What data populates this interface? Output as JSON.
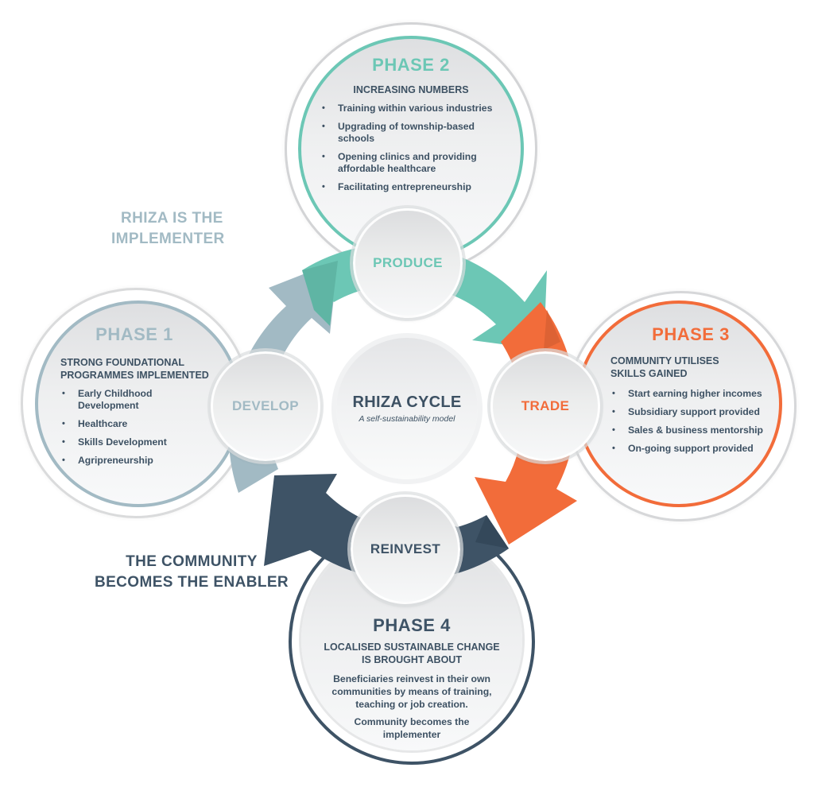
{
  "colors": {
    "teal": "#6cc7b5",
    "orange": "#f26c3a",
    "navy": "#3e5366",
    "slate": "#a2bac4",
    "text": "#3d5163"
  },
  "side_labels": {
    "top_left": [
      "RHIZA IS THE",
      "IMPLEMENTER"
    ],
    "bottom_left": [
      "THE COMMUNITY",
      "BECOMES THE ENABLER"
    ]
  },
  "center": {
    "title": "RHIZA CYCLE",
    "subtitle": "A self-sustainability model"
  },
  "nodes": {
    "produce": "PRODUCE",
    "trade": "TRADE",
    "reinvest": "REINVEST",
    "develop": "DEVELOP"
  },
  "phases": {
    "phase1": {
      "title": "PHASE 1",
      "subtitle": "STRONG FOUNDATIONAL PROGRAMMES IMPLEMENTED",
      "subtitle_lines": [
        "STRONG FOUNDATIONAL",
        "PROGRAMMES IMPLEMENTED"
      ],
      "items": [
        "Early Childhood Development",
        "Healthcare",
        "Skills Development",
        "Agripreneurship"
      ]
    },
    "phase2": {
      "title": "PHASE 2",
      "subtitle": "INCREASING NUMBERS",
      "items": [
        "Training within various industries",
        "Upgrading of township-based schools",
        "Opening clinics and providing affordable healthcare",
        "Facilitating entrepreneurship"
      ]
    },
    "phase3": {
      "title": "PHASE 3",
      "subtitle_lines": [
        "COMMUNITY UTILISES",
        "SKILLS GAINED"
      ],
      "items": [
        "Start earning higher incomes",
        "Subsidiary support provided",
        "Sales & business mentorship",
        "On-going support provided"
      ]
    },
    "phase4": {
      "title": "PHASE 4",
      "subtitle_lines": [
        "LOCALISED SUSTAINABLE CHANGE",
        "IS BROUGHT ABOUT"
      ],
      "paragraphs": [
        "Beneficiaries reinvest in their own communities by means of training, teaching or job creation.",
        "Community becomes the implementer"
      ]
    }
  }
}
